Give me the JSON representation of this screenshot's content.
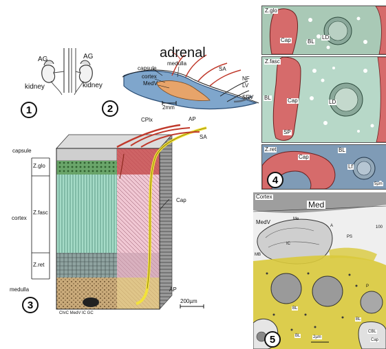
{
  "figure": {
    "panels": [
      {
        "number": "1",
        "labels": {
          "ag_left": "AG",
          "ag_right": "AG",
          "kidney_left": "kidney",
          "kidney_right": "kidney"
        }
      },
      {
        "number": "2",
        "labels": {
          "title": "adrenal",
          "capsule": "capsule",
          "medulla": "medulla",
          "cortex": "cortex",
          "medv": "MedV",
          "sa": "SA",
          "nf": "NF",
          "lv": "LV",
          "srv": "SRV",
          "scale": "2mm"
        }
      },
      {
        "number": "3",
        "labels": {
          "cplx": "CPlx",
          "ap_top": "AP",
          "sa": "SA",
          "capsule": "capsule",
          "zglo": "Z.glo",
          "zfasc": "Z.fasc",
          "cortex": "cortex",
          "zret": "Z.ret",
          "medulla": "medulla",
          "cap": "Cap",
          "ap_bottom": "AP",
          "bottom_text": "ChrC  MedV IC      GC",
          "scale": "200µm"
        }
      },
      {
        "number": "4",
        "labels": {
          "zglo": "Z.glo",
          "cap1": "Cap",
          "bl1": "BL",
          "ld1": "LD",
          "zfasc": "Z.fasc",
          "bl2": "BL",
          "cap2": "Cap",
          "ld2": "LD",
          "sp": "SP",
          "zret": "Z.ret",
          "cap3": "Cap",
          "bl3": "BL",
          "lf": "Lf",
          "scale": "5µm"
        }
      },
      {
        "number": "5",
        "labels": {
          "cortex": "Cortex",
          "med": "Med",
          "medv": "MedV",
          "me": "Me",
          "a": "A",
          "ic": "IC",
          "ps": "PS",
          "mb": "MB",
          "scale100": "100",
          "p": "P",
          "bl": "BL",
          "bl2": "BL",
          "cbl": "CBL",
          "cap": "Cap",
          "scale": "2µm",
          "bl3": "BL"
        }
      }
    ]
  }
}
